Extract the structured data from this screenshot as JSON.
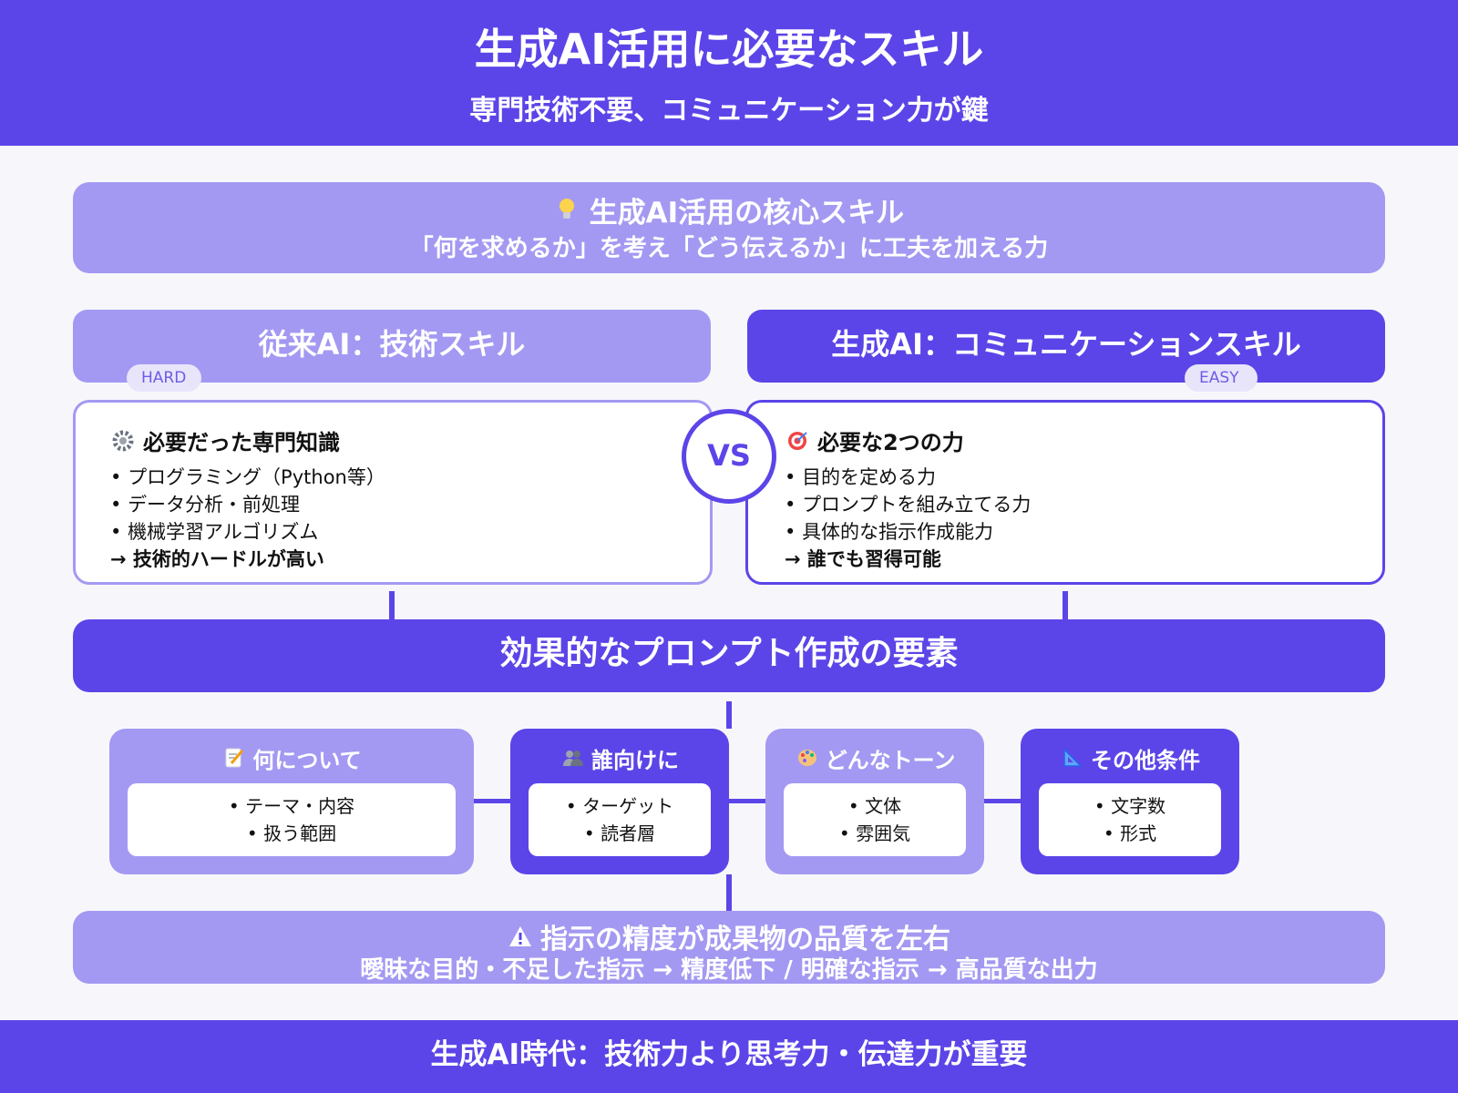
{
  "header": {
    "title": "生成AI活用に必要なスキル",
    "subtitle": "専門技術不要、コミュニケーション力が鍵"
  },
  "core": {
    "icon": "lightbulb-icon",
    "title": "生成AI活用の核心スキル",
    "description": "「何を求めるか」を考え「どう伝えるか」に工夫を加える力"
  },
  "left": {
    "heading": "従来AI：技術スキル",
    "tag": "HARD",
    "icon": "gear-icon",
    "card_title": "必要だった専門知識",
    "items": [
      "プログラミング（Python等）",
      "データ分析・前処理",
      "機械学習アルゴリズム"
    ],
    "conclusion": "→ 技術的ハードルが高い"
  },
  "right": {
    "heading": "生成AI：コミュニケーションスキル",
    "tag": "EASY",
    "icon": "target-icon",
    "card_title": "必要な2つの力",
    "items": [
      "目的を定める力",
      "プロンプトを組み立てる力",
      "具体的な指示作成能力"
    ],
    "conclusion": "→ 誰でも習得可能"
  },
  "vs_label": "VS",
  "prompt_section": {
    "title": "効果的なプロンプト作成の要素"
  },
  "elements": [
    {
      "icon": "memo-icon",
      "title": "何について",
      "items": [
        "テーマ・内容",
        "扱う範囲"
      ]
    },
    {
      "icon": "people-icon",
      "title": "誰向けに",
      "items": [
        "ターゲット",
        "読者層"
      ]
    },
    {
      "icon": "palette-icon",
      "title": "どんなトーン",
      "items": [
        "文体",
        "雰囲気"
      ]
    },
    {
      "icon": "ruler-icon",
      "title": "その他条件",
      "items": [
        "文字数",
        "形式"
      ]
    }
  ],
  "warning": {
    "icon": "warning-icon",
    "title": "指示の精度が成果物の品質を左右",
    "description": "曖昧な目的・不足した指示 → 精度低下 / 明確な指示 → 高品質な出力"
  },
  "footer": {
    "text": "生成AI時代：技術力より思考力・伝達力が重要"
  },
  "colors": {
    "primary": "#5b45e8",
    "light": "#a399f2",
    "tag_bg": "#e8e5fb"
  }
}
